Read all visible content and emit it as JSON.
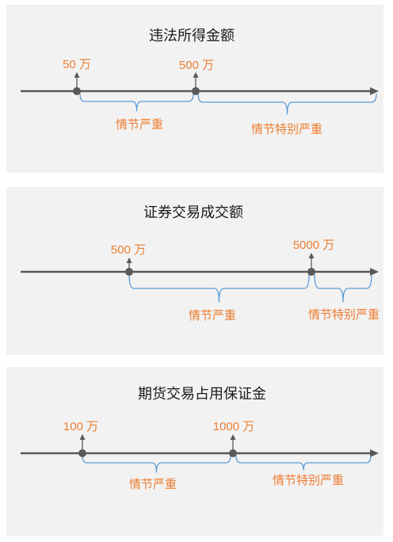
{
  "colors": {
    "page_background": "#ffffff",
    "panel_background": "#f2f2f2",
    "axis": "#595959",
    "label_text": "#ed7d31",
    "brace": "#5b9bd5",
    "title_text": "#1a1a1a"
  },
  "panels": [
    {
      "title": "违法所得金额",
      "markers": [
        "50 万",
        "500 万"
      ],
      "ranges": [
        "情节严重",
        "情节特别严重"
      ]
    },
    {
      "title": "证券交易成交额",
      "markers": [
        "500 万",
        "5000 万"
      ],
      "ranges": [
        "情节严重",
        "情节特别严重"
      ]
    },
    {
      "title": "期货交易占用保证金",
      "markers": [
        "100 万",
        "1000 万"
      ],
      "ranges": [
        "情节严重",
        "情节特别严重"
      ]
    }
  ]
}
